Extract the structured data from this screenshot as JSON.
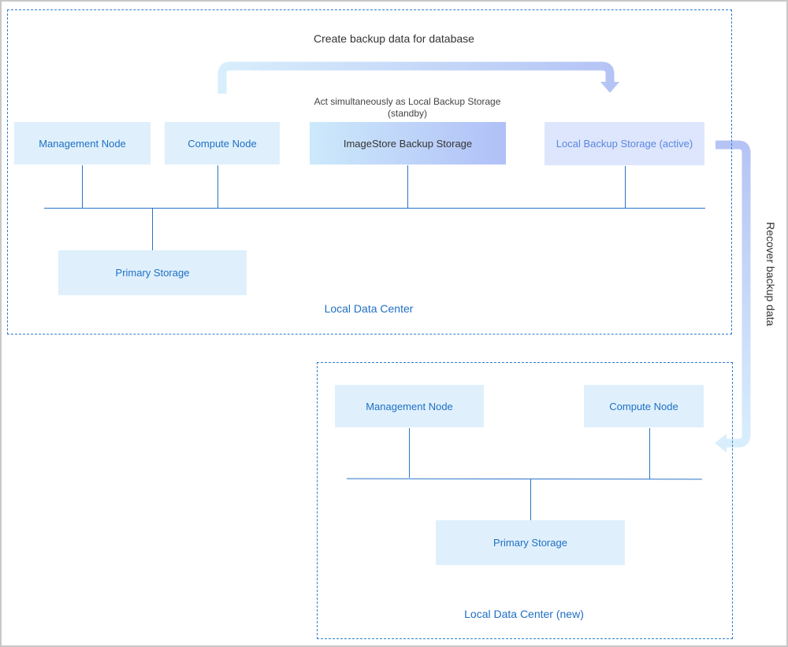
{
  "top_label": "Create backup data for database",
  "standby_note": [
    "Act simultaneously as Local Backup Storage",
    "(standby)"
  ],
  "side_label": "Recover backup data",
  "local_dc": {
    "caption": "Local Data Center",
    "management_node": "Management Node",
    "compute_node": "Compute Node",
    "imagestore": "ImageStore Backup Storage",
    "local_backup": "Local Backup Storage (active)",
    "primary_storage": "Primary Storage"
  },
  "new_dc": {
    "caption": "Local Data Center (new)",
    "management_node": "Management Node",
    "compute_node": "Compute Node",
    "primary_storage": "Primary Storage"
  },
  "colors": {
    "node_fill": "#dff0fc",
    "accent": "#1f6fc4",
    "arrow_start": "#d4ecfc",
    "arrow_end": "#b3c2f5"
  }
}
